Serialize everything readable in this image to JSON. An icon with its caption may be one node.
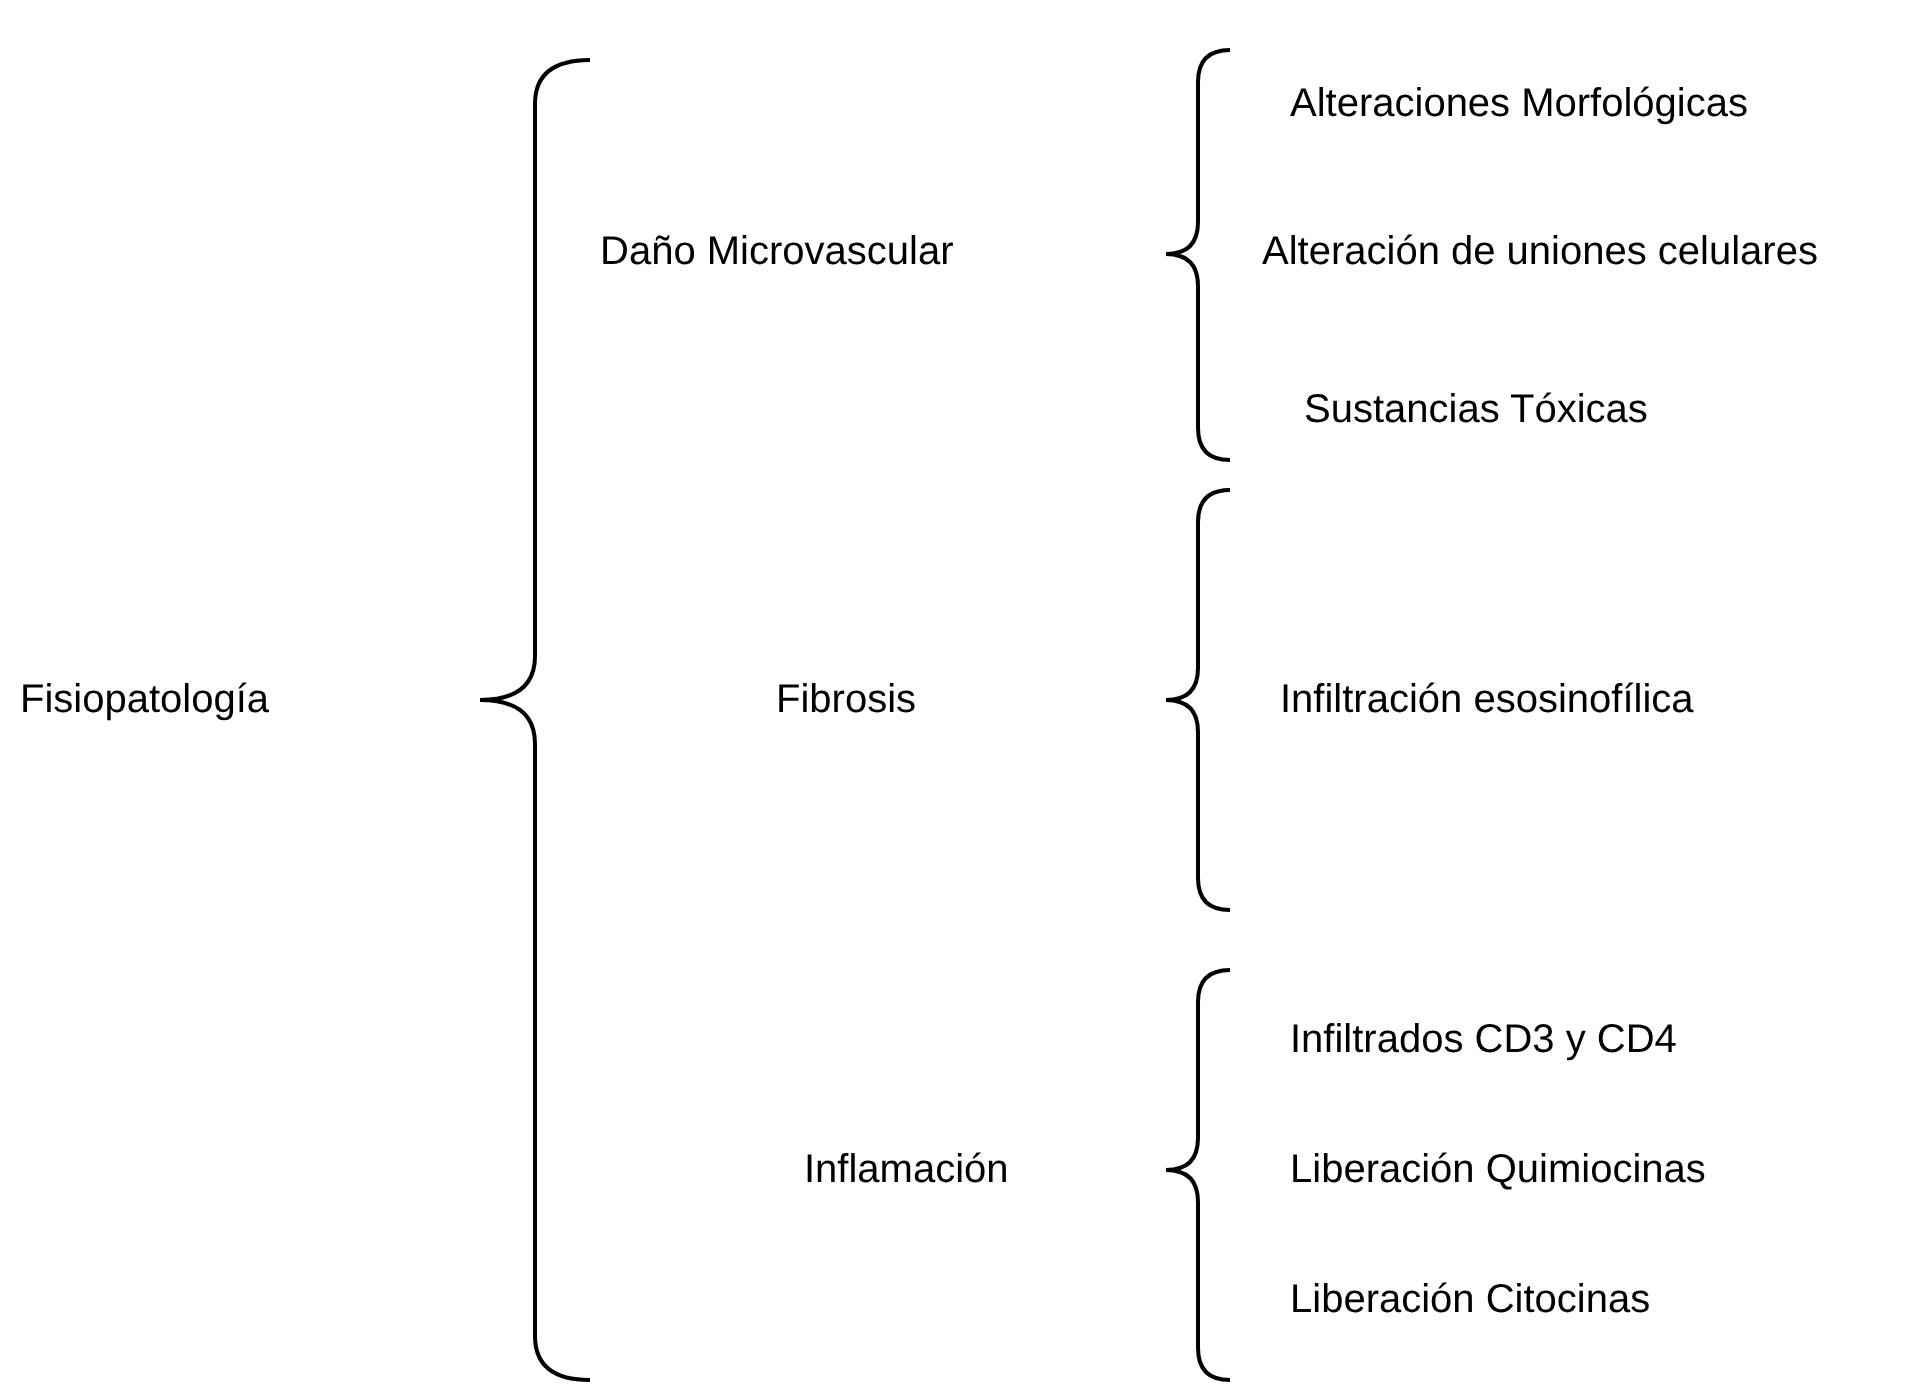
{
  "diagram": {
    "labels": [
      "Fisiopatología",
      "Daño Microvascular",
      "Alteraciones Morfológicas",
      "Alteración de uniones celulares",
      "Sustancias Tóxicas",
      "Fibrosis",
      "Infiltración esosinofílica",
      "Inflamación",
      "Infiltrados CD3 y CD4",
      "Liberación Quimiocinas",
      "Liberación Citocinas"
    ]
  }
}
